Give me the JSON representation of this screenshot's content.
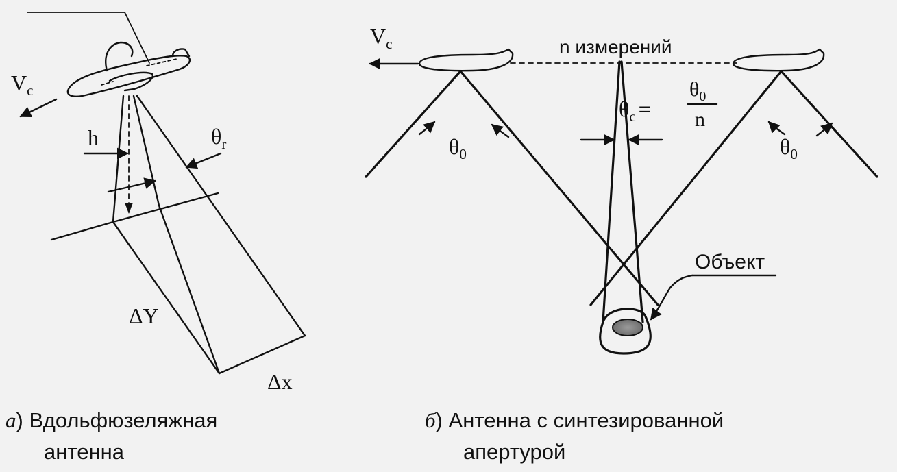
{
  "panel_a": {
    "letter": "а",
    "caption_line1": "Вдольфюзеляжная",
    "caption_line2": "антенна",
    "labels": {
      "velocity_base": "V",
      "velocity_sub": "c",
      "height": "h",
      "beam_angle_base": "θ",
      "beam_angle_sub": "r",
      "delta_y": "ΔY",
      "delta_x": "Δx"
    }
  },
  "panel_b": {
    "letter": "б",
    "caption_line1": "Антенна с синтезированной",
    "caption_line2": "апертурой",
    "labels": {
      "velocity_base": "V",
      "velocity_sub": "c",
      "measurements": "n измерений",
      "theta_base": "θ",
      "theta_sub": "0",
      "theta_c_base": "θ",
      "theta_c_sub": "c",
      "equals": "=",
      "fraction_num_base": "θ",
      "fraction_num_sub": "0",
      "fraction_den": "n",
      "object": "Объект"
    }
  }
}
